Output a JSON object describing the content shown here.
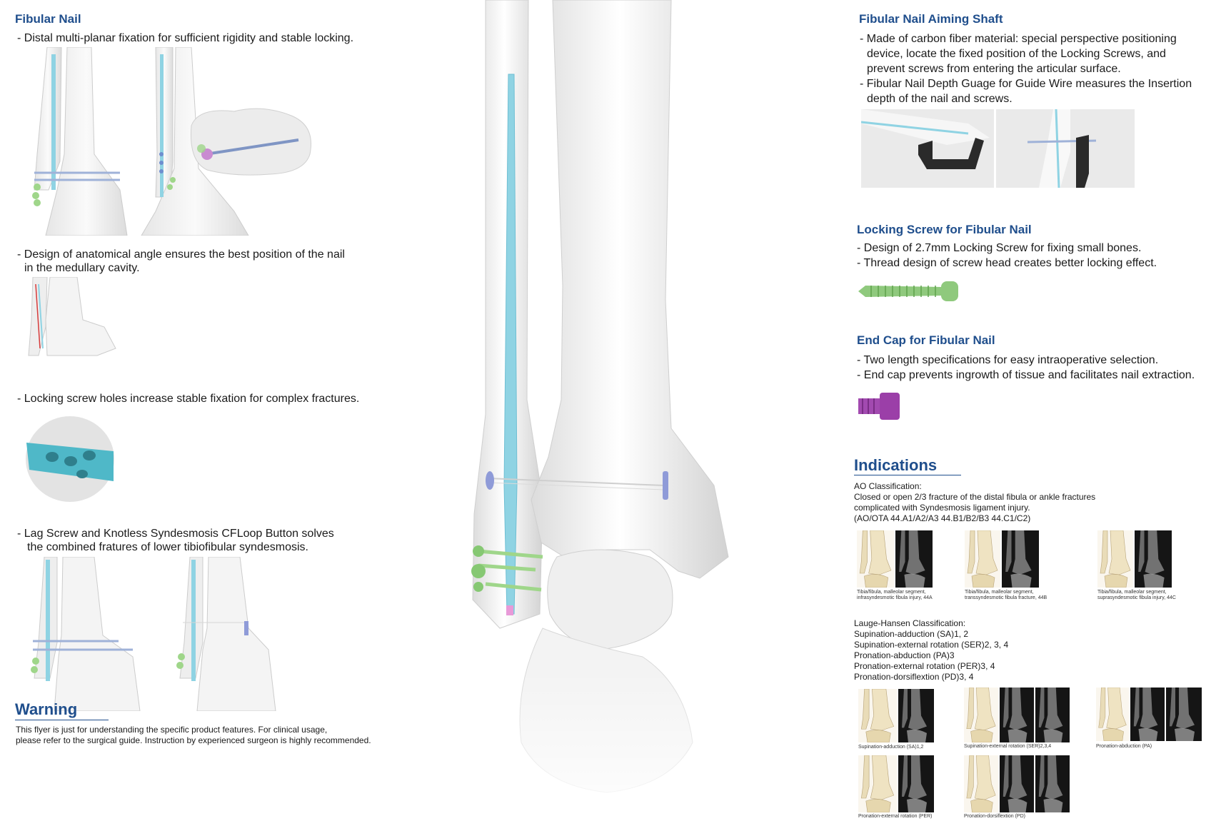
{
  "left": {
    "title": "Fibular Nail",
    "bullet1": "- Distal multi-planar fixation for sufficient rigidity and stable locking.",
    "bullet2_l1": "- Design of anatomical angle ensures the best position of the nail",
    "bullet2_l2": "in the medullary cavity.",
    "bullet3": "- Locking screw holes increase stable fixation for complex fractures.",
    "bullet4_l1": "- Lag Screw and Knotless Syndesmosis CFLoop Button solves",
    "bullet4_l2": "the combined fratures of lower tibiofibular syndesmosis.",
    "warning_title": "Warning",
    "warning_l1": "This flyer is just for understanding the specific product features. For clinical usage,",
    "warning_l2": "please refer to the surgical guide. Instruction by experienced surgeon is highly recommended."
  },
  "right": {
    "aiming_title": "Fibular Nail Aiming Shaft",
    "aiming_l1": "- Made of carbon fiber material: special perspective positioning",
    "aiming_l2": "device, locate the fixed position of the Locking Screws, and",
    "aiming_l3": "prevent screws from entering the articular surface.",
    "aiming_l4": "- Fibular Nail Depth Guage for Guide Wire measures the Insertion",
    "aiming_l5": "depth of the nail and screws.",
    "screw_title": "Locking Screw for Fibular Nail",
    "screw_l1": "- Design of 2.7mm Locking Screw for fixing small bones.",
    "screw_l2": "- Thread design of screw head creates better locking effect.",
    "cap_title": "End Cap for Fibular Nail",
    "cap_l1": "- Two length specifications for easy intraoperative selection.",
    "cap_l2": "- End cap prevents ingrowth of tissue and facilitates nail extraction.",
    "ind_title": "Indications",
    "ao_l1": "AO Classification:",
    "ao_l2": "Closed or open 2/3 fracture of the distal fibula or ankle fractures",
    "ao_l3": "complicated with Syndesmosis ligament injury.",
    "ao_l4": "(AO/OTA 44.A1/A2/A3 44.B1/B2/B3 44.C1/C2)",
    "ao_cap1_l1": "Tibia/fibula, malleolar segment,",
    "ao_cap1_l2": "infrasyndesmotic fibula injury, 44A",
    "ao_cap2_l1": "Tibia/fibula, malleolar segment,",
    "ao_cap2_l2": "transsyndesmotic fibula fracture, 44B",
    "ao_cap3_l1": "Tibia/fibula, malleolar segment,",
    "ao_cap3_l2": "suprasyndesmotic fibula injury, 44C",
    "lh_l1": "Lauge-Hansen Classification:",
    "lh_l2": "Supination-adduction (SA)1, 2",
    "lh_l3": "Supination-external rotation (SER)2, 3, 4",
    "lh_l4": "Pronation-abduction (PA)3",
    "lh_l5": "Pronation-external rotation (PER)3, 4",
    "lh_l6": "Pronation-dorsiflextion (PD)3, 4",
    "lh_cap1": "Supination-adduction (SA)1,2",
    "lh_cap2": "Supination-external rotation (SER)2,3,4",
    "lh_cap3": "Pronation-abduction (PA)",
    "lh_cap4": "Pronation-external rotation (PER)",
    "lh_cap5": "Pronation-dorsiflextion (PD)"
  },
  "colors": {
    "heading": "#1f4e8c",
    "nail": "#8fd3e3",
    "screw": "#9fd68a",
    "end_cap": "#9b3fa8"
  }
}
